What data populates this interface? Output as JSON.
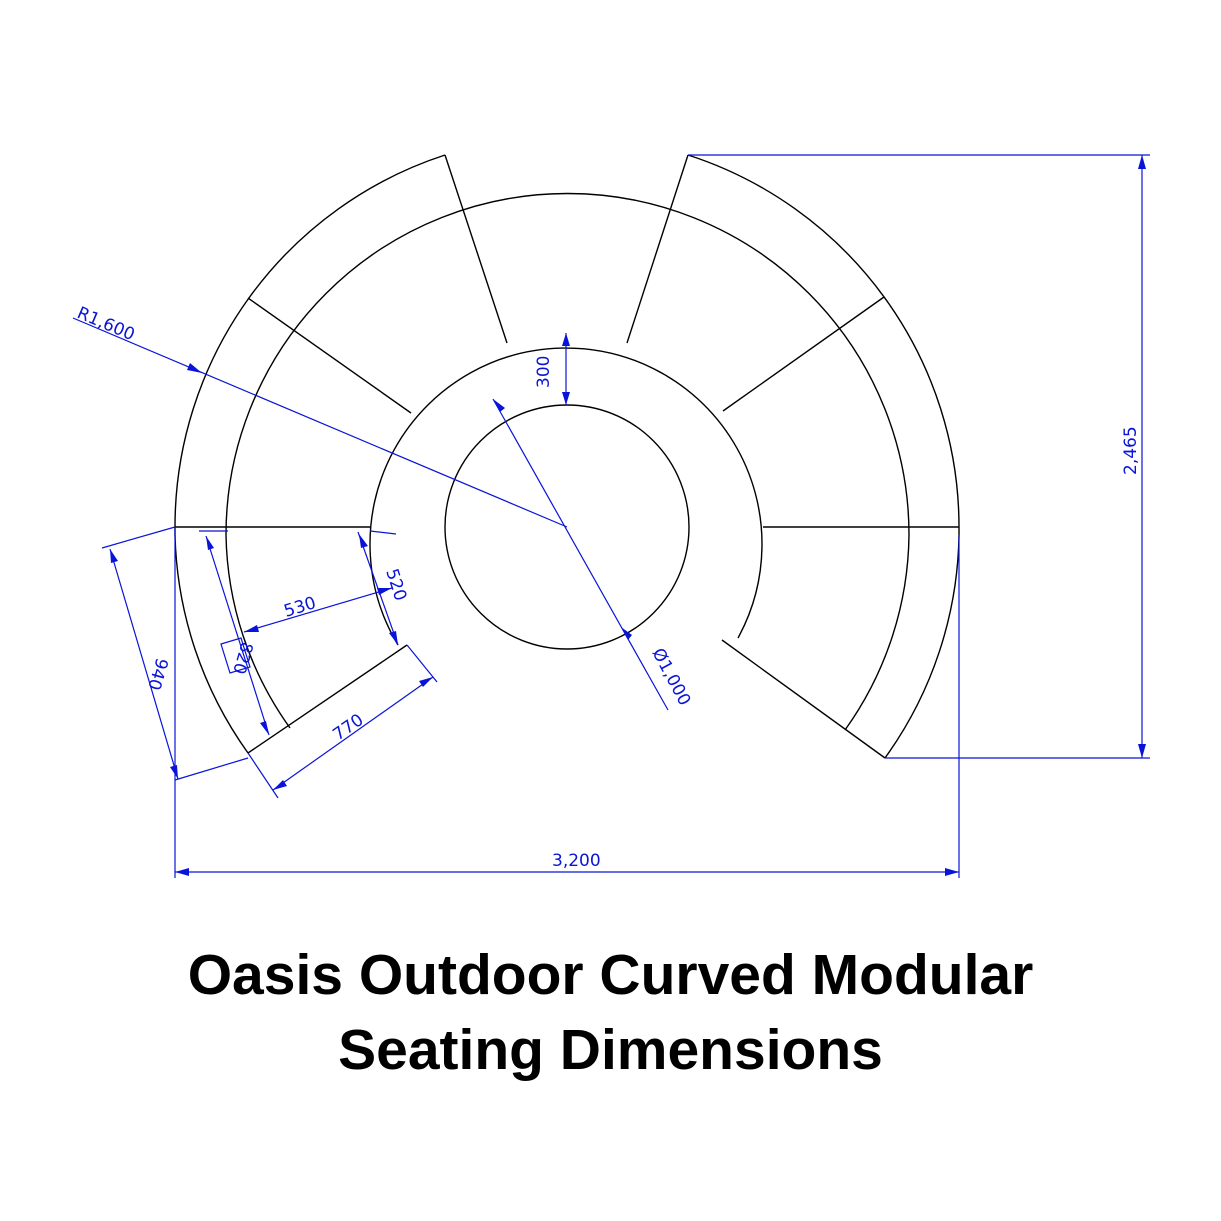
{
  "title": {
    "line1": "Oasis Outdoor Curved Modular",
    "line2": "Seating Dimensions"
  },
  "dimensions": {
    "outer_radius": "R1,600",
    "seat_depth": "300",
    "overall_height": "2,465",
    "table_diameter": "Ø1,000",
    "module_front_depth": "530",
    "module_side_depth": "520",
    "module_inner_width": "820",
    "module_outer_width": "940",
    "module_back_width": "770",
    "overall_width": "3,200"
  },
  "colors": {
    "outline": "#000000",
    "dimension": "#0a14d8",
    "background": "#ffffff"
  }
}
